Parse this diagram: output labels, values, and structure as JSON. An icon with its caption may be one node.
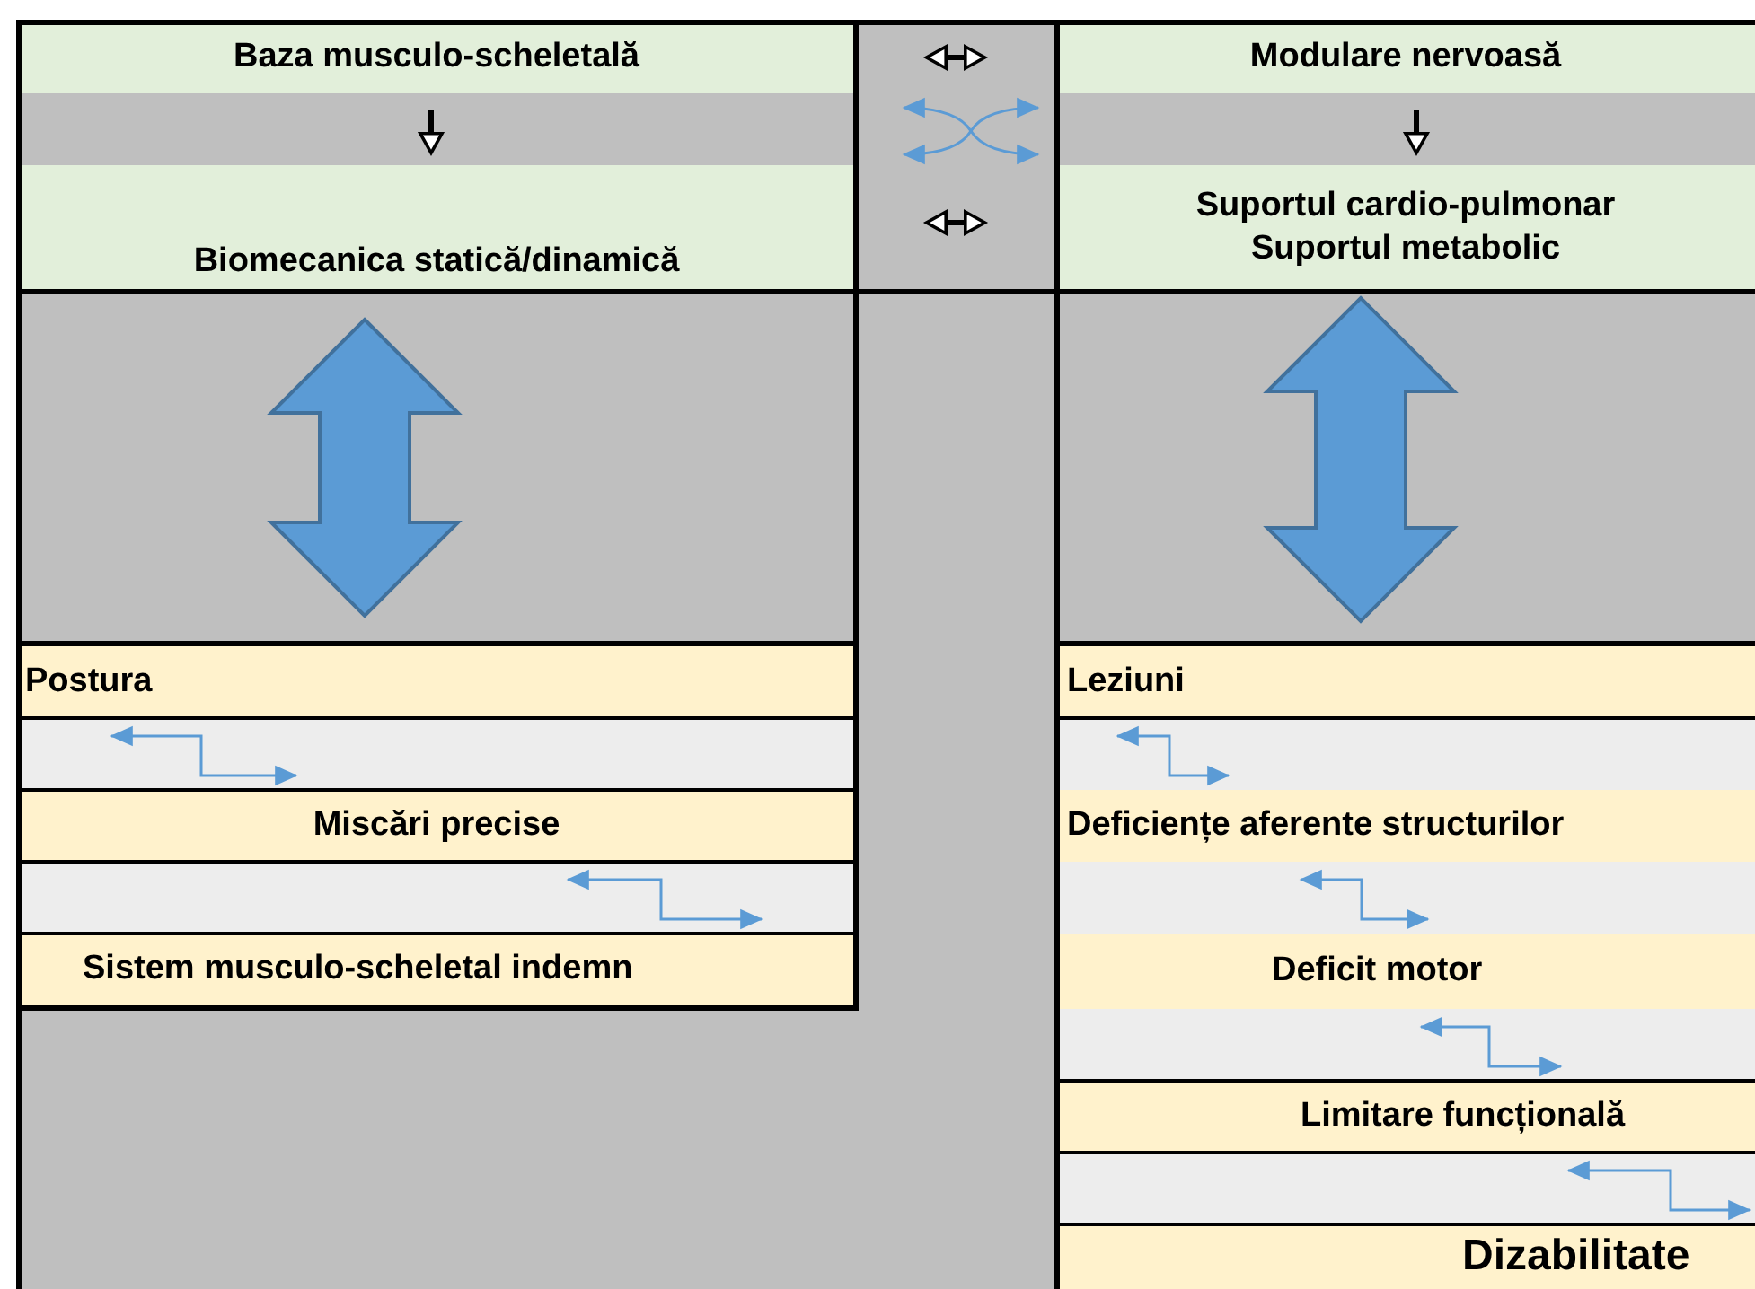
{
  "diagram": {
    "nodes": [
      {
        "text": [
          "Baza musculo-scheletală"
        ]
      },
      {
        "text": [
          "Biomecanica statică/dinamică"
        ]
      },
      {
        "text": [
          "Modulare nervoasă"
        ]
      },
      {
        "text": [
          "Suportul cardio-pulmonar",
          "Suportul metabolic"
        ]
      },
      {
        "text": [
          "Postura"
        ]
      },
      {
        "text": [
          "Miscări precise"
        ]
      },
      {
        "text": [
          "Sistem musculo-scheletal indemn"
        ]
      },
      {
        "text": [
          "Leziuni"
        ]
      },
      {
        "text": [
          "Deficiențe aferente structurilor"
        ]
      },
      {
        "text": [
          "Deficit motor"
        ]
      },
      {
        "text": [
          "Limitare funcțională"
        ]
      },
      {
        "text": [
          "Dizabilitate"
        ]
      }
    ],
    "edges": [
      {
        "from": 0,
        "to": 1,
        "arrow": "to",
        "style": "thick",
        "color": "#000000"
      },
      {
        "from": 2,
        "to": 3,
        "arrow": "to",
        "style": "thick",
        "color": "#000000"
      },
      {
        "from": 0,
        "to": 2,
        "arrow": "both",
        "style": "thick",
        "color": "#000000"
      },
      {
        "from": 1,
        "to": 3,
        "arrow": "both",
        "style": "thick",
        "color": "#000000"
      },
      {
        "from": 0,
        "to": 3,
        "arrow": "both"
      },
      {
        "from": 1,
        "to": 2,
        "arrow": "both"
      },
      {
        "from": 1,
        "to": 4,
        "arrow": "both",
        "style": "thick"
      },
      {
        "from": 3,
        "to": 7,
        "arrow": "both",
        "style": "thick"
      },
      {
        "from": 4,
        "to": 5,
        "arrow": "both"
      },
      {
        "from": 5,
        "to": 6,
        "arrow": "both"
      },
      {
        "from": 7,
        "to": 8,
        "arrow": "both"
      },
      {
        "from": 8,
        "to": 9,
        "arrow": "both"
      },
      {
        "from": 9,
        "to": 10,
        "arrow": "both"
      },
      {
        "from": 10,
        "to": 11,
        "arrow": "both"
      }
    ]
  }
}
